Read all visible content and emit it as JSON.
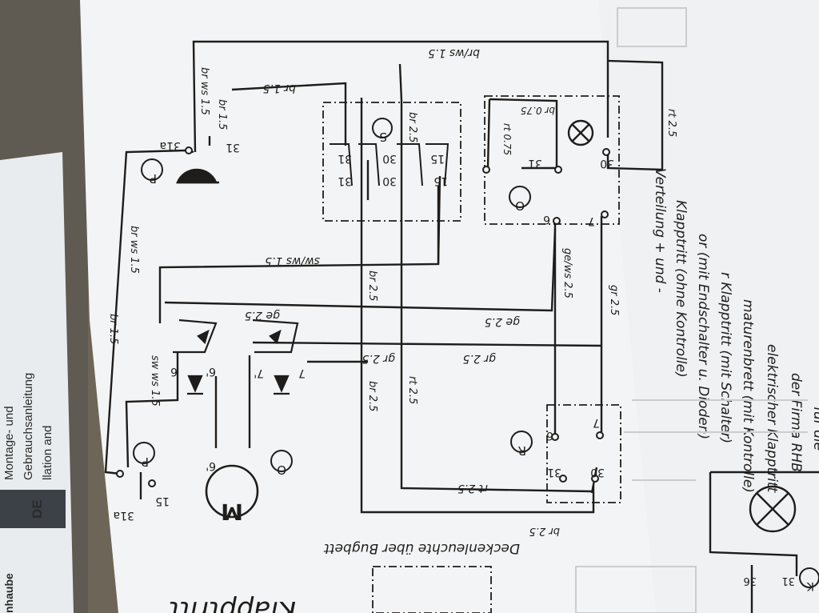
{
  "manual": {
    "lang_badge": "DE",
    "line_a": "Gebrauchsanleitung",
    "line_b": "Montage- und",
    "line_c": "llation and",
    "edge_word": "nhaube"
  },
  "notes": {
    "line1": "für die",
    "line2": "der Firma RHB",
    "line3": "elektrischer Klapptritt",
    "line4": "maturenbrett (mit Kontrolle)",
    "line5": "r Klapptritt (mit Schalter)",
    "line6": "or (mit Endschalter u. Dioden)",
    "line7": "Klapptritt (ohne Kontrolle)",
    "line8": "Verteilung + und -"
  },
  "heading": "Klapptritt",
  "caption": "Deckenleuchte über Bugbett",
  "wires": {
    "top_loop": "br/ws 1.5",
    "br15": "br 1.5",
    "br_ws_15_a": "br ws 1.5",
    "br_15_a": "br 1.5",
    "br_15_b": "br 1.5",
    "br_ws_15_b": "br ws 1.5",
    "sw_ws_15": "sw/ws 1.5",
    "br_25": "br 2.5",
    "br_25_b": "br 2.5",
    "br_25_c": "br 2.5",
    "ge_25": "ge 2.5",
    "ge_25_b": "ge 2.5",
    "gr_25": "gr 2.5",
    "gr_25_b": "gr 2.5",
    "gr_25_c": "gr 2.5",
    "rt_25": "rt 2.5",
    "rt_25_b": "rt 2.5",
    "rt_25_c": "rt 2.5",
    "br_075": "br 0.75",
    "rt_075": "rt 0.75",
    "br_25_bottom": "br 2.5",
    "ge_ws_25": "ge/ws 2.5",
    "sw_ws_15_b": "sw ws 1.5"
  },
  "terminals": {
    "t31": "31",
    "t30": "30",
    "t15": "15",
    "t7": "7",
    "t6": "6",
    "t6p": "6'",
    "t7p": "7'",
    "t31a": "31a"
  },
  "markers": {
    "P": "P",
    "S": "S",
    "O": "O",
    "R": "R",
    "M": "M",
    "K": "K"
  },
  "lower_terms": {
    "t31": "31",
    "t36": "36"
  }
}
